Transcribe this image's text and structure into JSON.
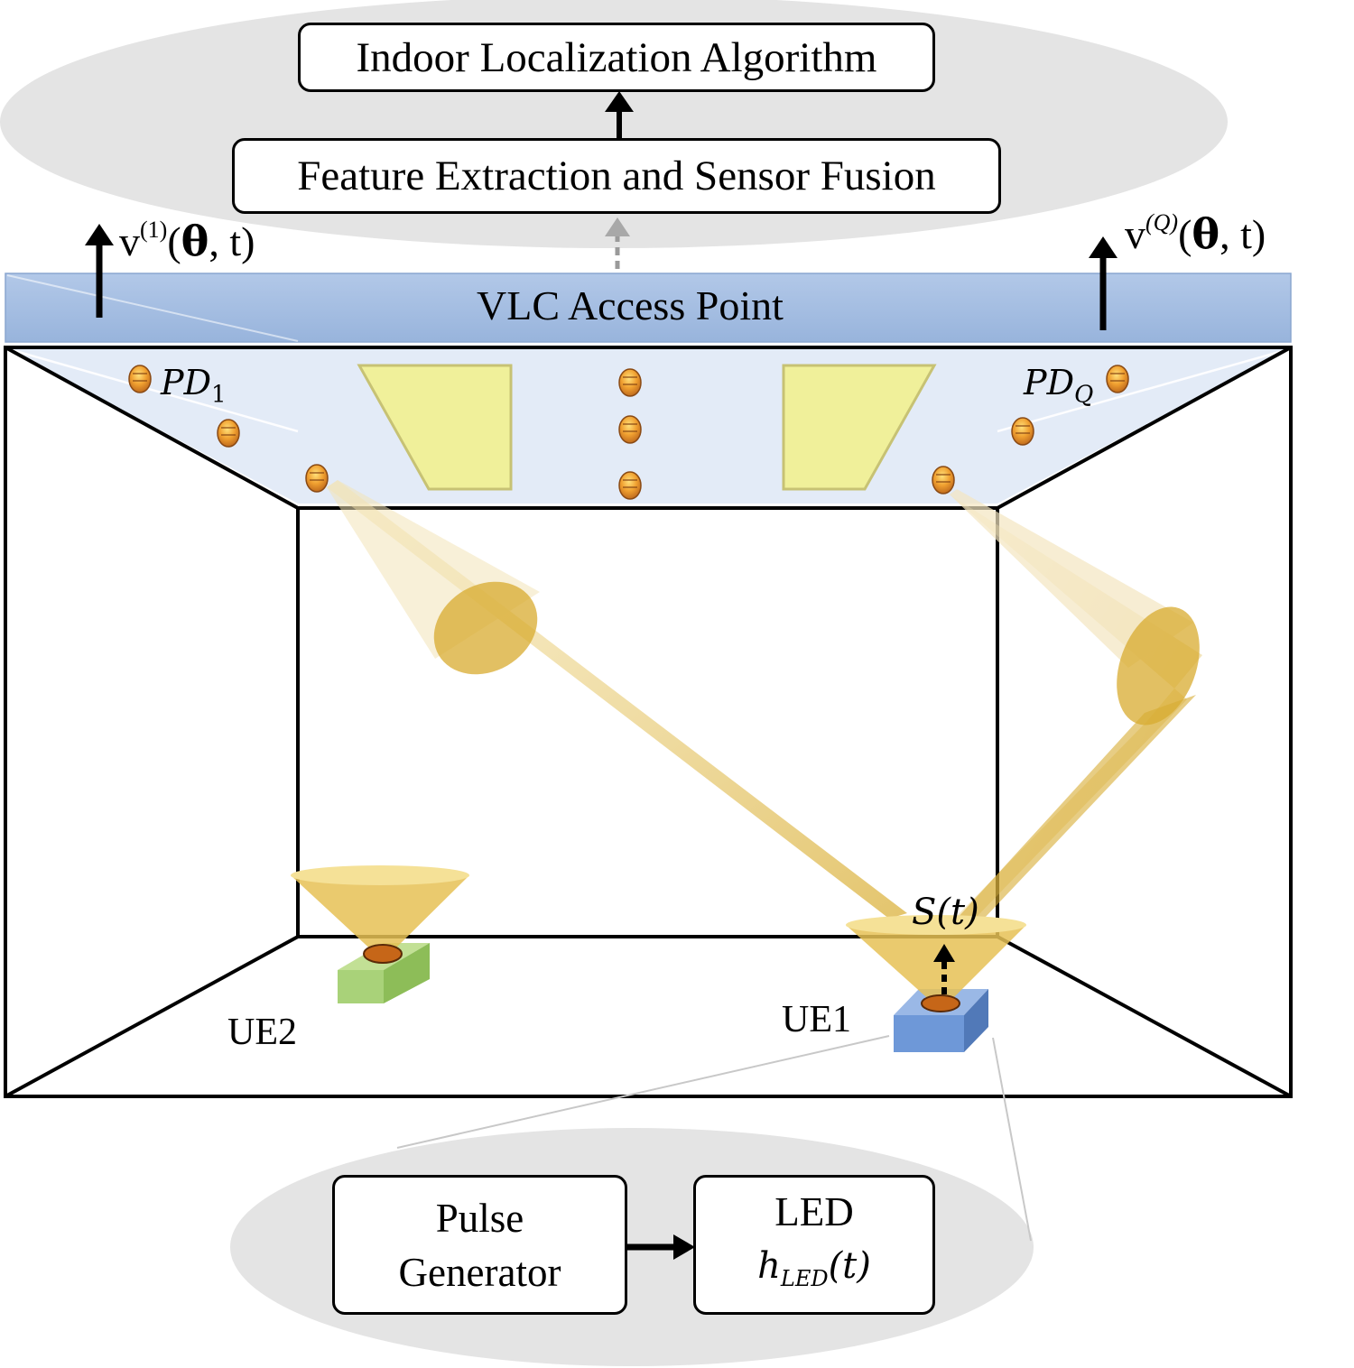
{
  "top": {
    "algorithm_label": "Indoor Localization Algorithm",
    "fusion_label": "Feature Extraction and Sensor Fusion"
  },
  "access_point": {
    "label": "VLC Access Point",
    "signal_left": {
      "v": "v",
      "sup": "(1)",
      "theta": "θ",
      "t": "t"
    },
    "signal_right": {
      "v": "v",
      "sup": "(Q)",
      "theta": "θ",
      "t": "t"
    }
  },
  "photodiodes": {
    "first": {
      "name": "PD",
      "sub": "1"
    },
    "last": {
      "name": "PD",
      "sub": "Q"
    }
  },
  "devices": {
    "ue2": "UE2",
    "ue1": "UE1",
    "signal": "S(t)"
  },
  "bottom": {
    "pulse_line1": "Pulse",
    "pulse_line2": "Generator",
    "led_line1": "LED",
    "led_h": "h",
    "led_sub": "LED",
    "led_t": "(t)"
  },
  "colors": {
    "access_point": "#a4bde0",
    "ceiling": "#e3ebf7",
    "beam": "#e8c15a",
    "ue1": "#6e98d8",
    "ue2": "#a9d279",
    "ellipse": "#e4e4e4"
  }
}
